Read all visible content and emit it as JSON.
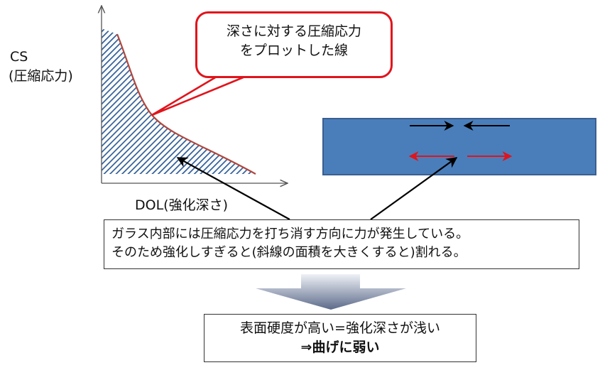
{
  "axes": {
    "y_label_line1": "CS",
    "y_label_line2": "(圧縮応力)",
    "x_label": "DOL(強化深さ)"
  },
  "callout": {
    "line1": "深さに対する圧縮応力",
    "line2": "をプロットした線"
  },
  "note": {
    "line1": "ガラス内部には圧縮応力を打ち消す方向に力が発生している。",
    "line2": "そのため強化しすぎると(斜線の面積を大きくすると)割れる。"
  },
  "result": {
    "line1": "表面硬度が高い=強化深さが浅い",
    "line2": "⇒曲げに弱い"
  },
  "colors": {
    "curve": "#b0483f",
    "hatch": "#2f5d95",
    "callout_border": "#e0141c",
    "glass_fill": "#4a7ebb",
    "glass_border": "#3a5f8f",
    "compression_arrow": "#000000",
    "tension_arrow": "#e0141c",
    "down_arrow_light": "#e9edf4",
    "down_arrow_dark": "#5c6a8a"
  }
}
